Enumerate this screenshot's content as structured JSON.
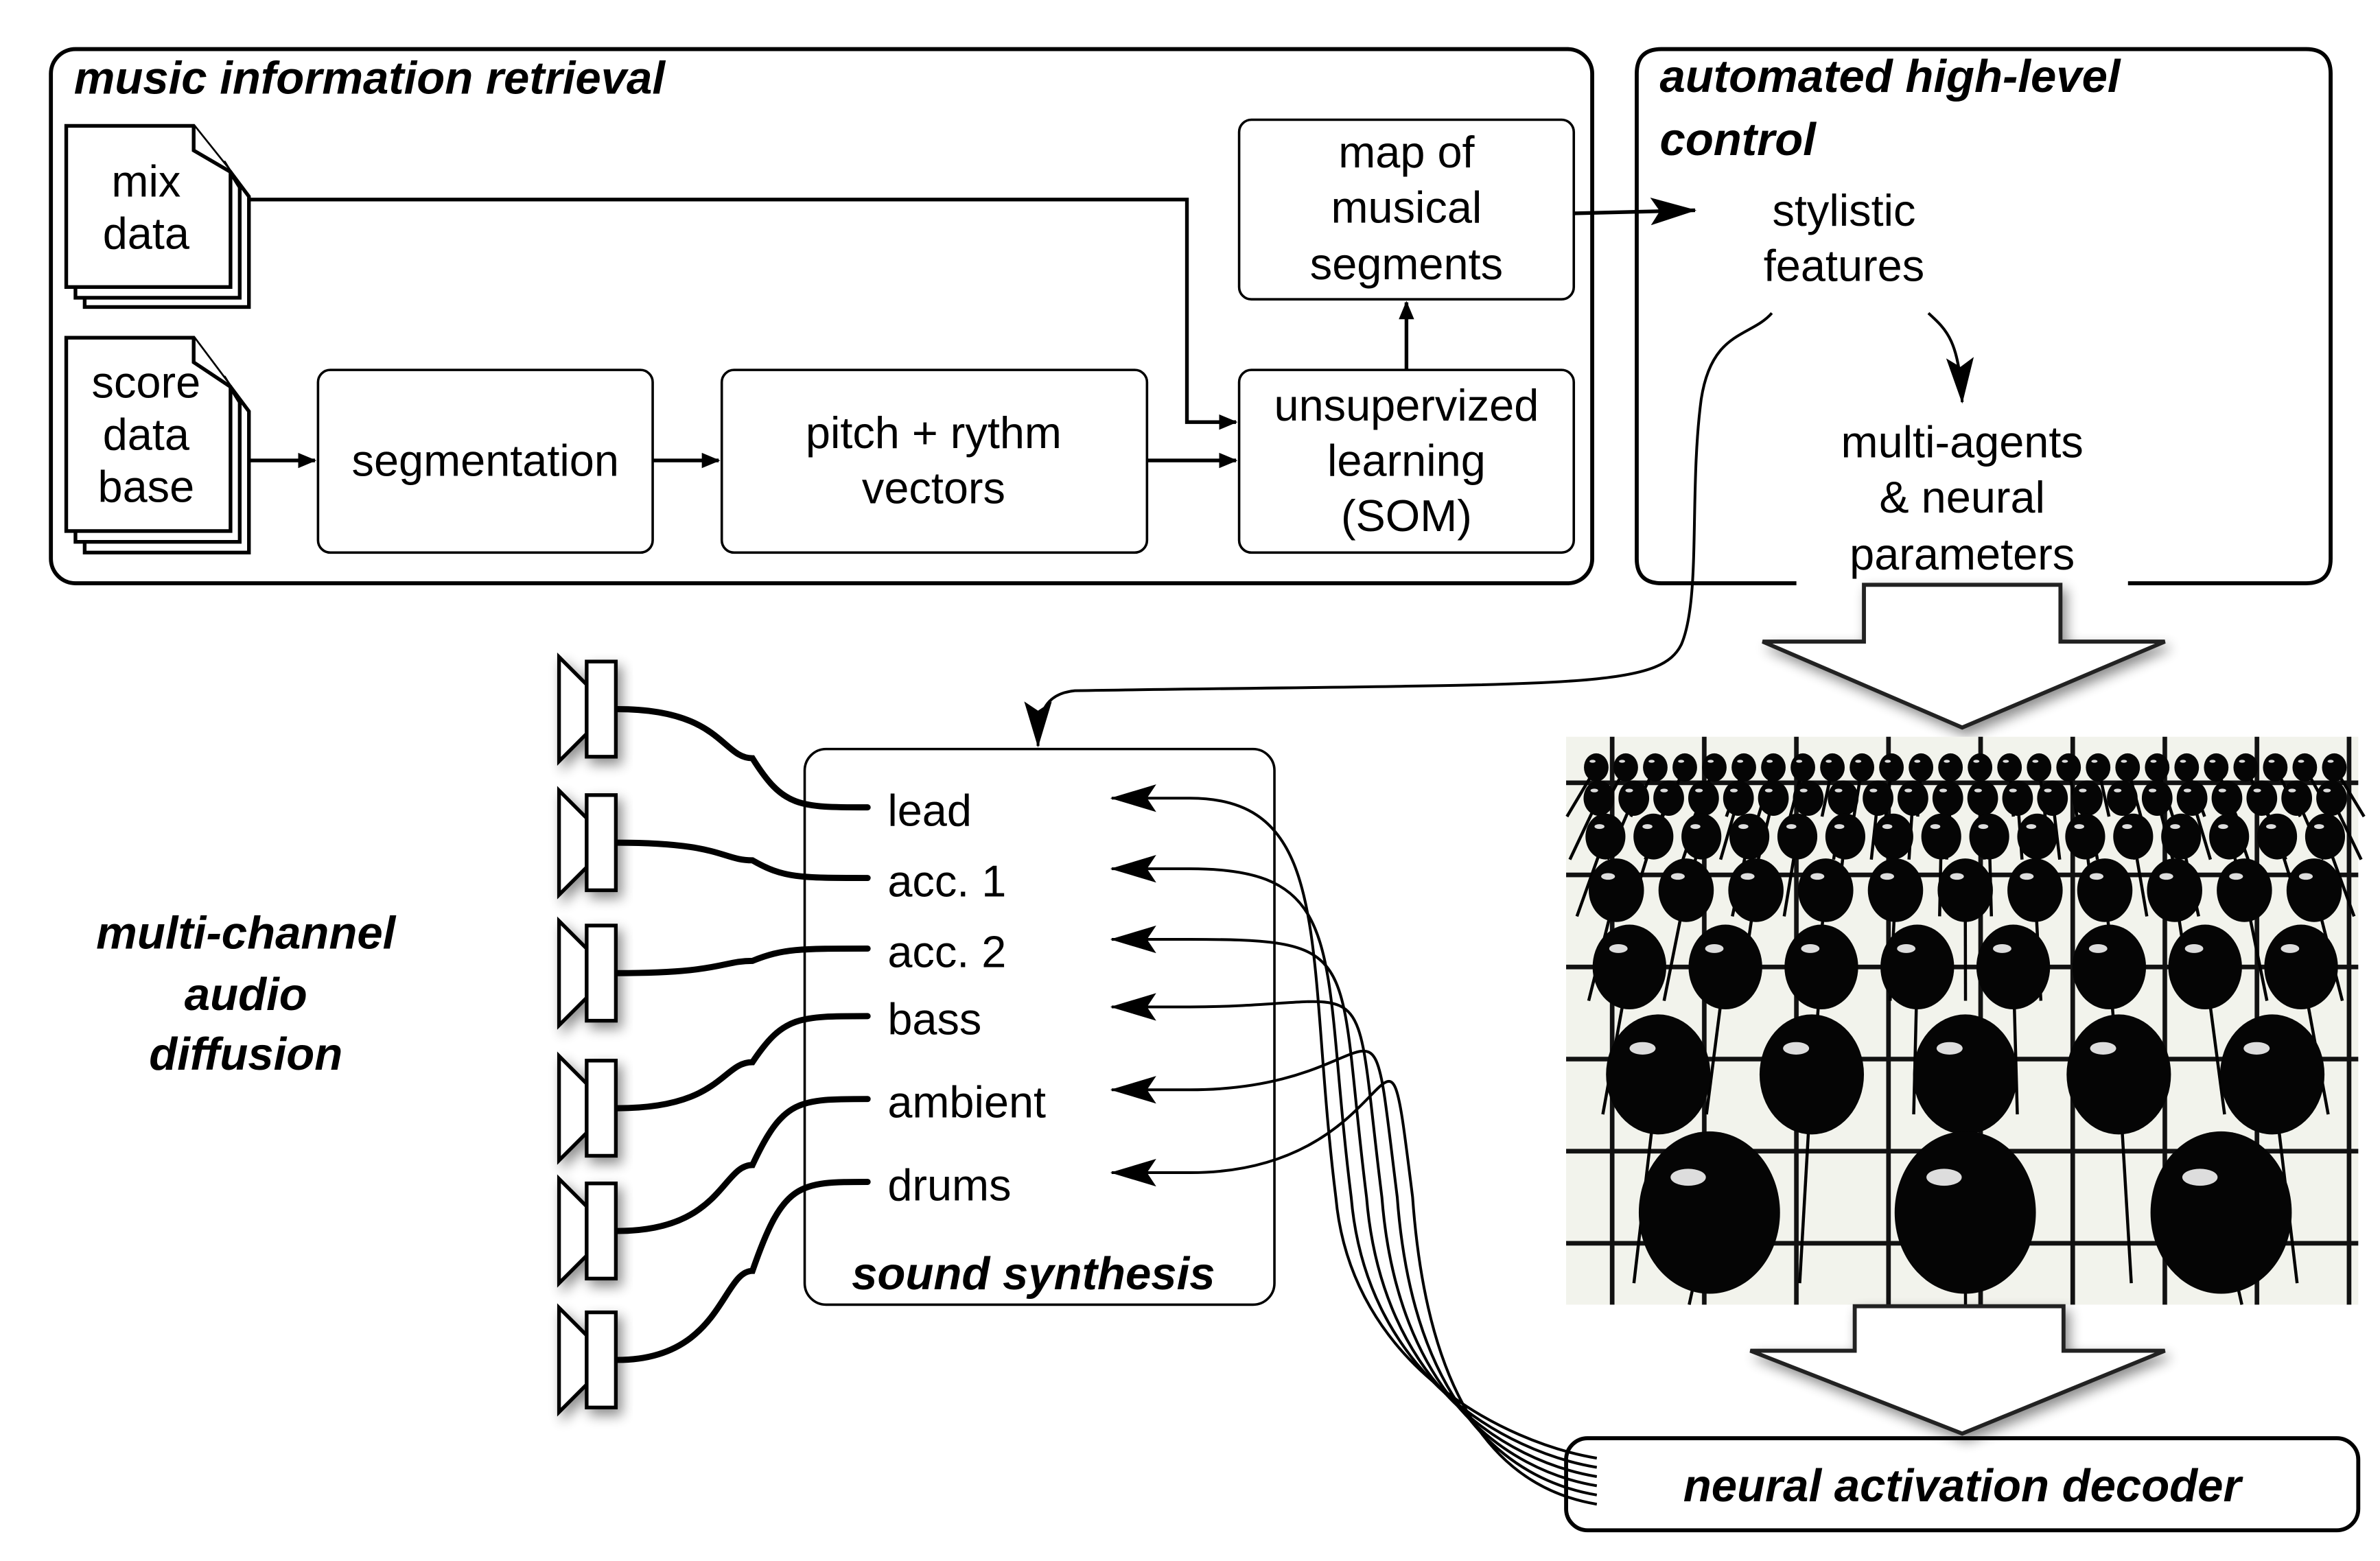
{
  "mir": {
    "title": "music information retrieval",
    "mix_data": [
      "mix",
      "data"
    ],
    "score_data": [
      "score",
      "data",
      "base"
    ],
    "segmentation": "segmentation",
    "pitch_rythm": [
      "pitch + rythm",
      "vectors"
    ],
    "som": [
      "unsupervized",
      "learning",
      "(SOM)"
    ],
    "map": [
      "map of",
      "musical",
      "segments"
    ]
  },
  "control": {
    "title": [
      "automated high-level",
      "control"
    ],
    "stylistic": [
      "stylistic",
      "features"
    ],
    "agents": [
      "multi-agents",
      "& neural",
      "parameters"
    ]
  },
  "diffusion": {
    "title": [
      "multi-channel",
      "audio",
      "diffusion"
    ],
    "speaker_count": 6
  },
  "synthesis": {
    "title": "sound synthesis",
    "channels": [
      "lead",
      "acc. 1",
      "acc. 2",
      "bass",
      "ambient",
      "drums"
    ]
  },
  "robot_array": {
    "icon": "robot-heads-photo-icon"
  },
  "decoder": {
    "title": "neural activation decoder"
  }
}
